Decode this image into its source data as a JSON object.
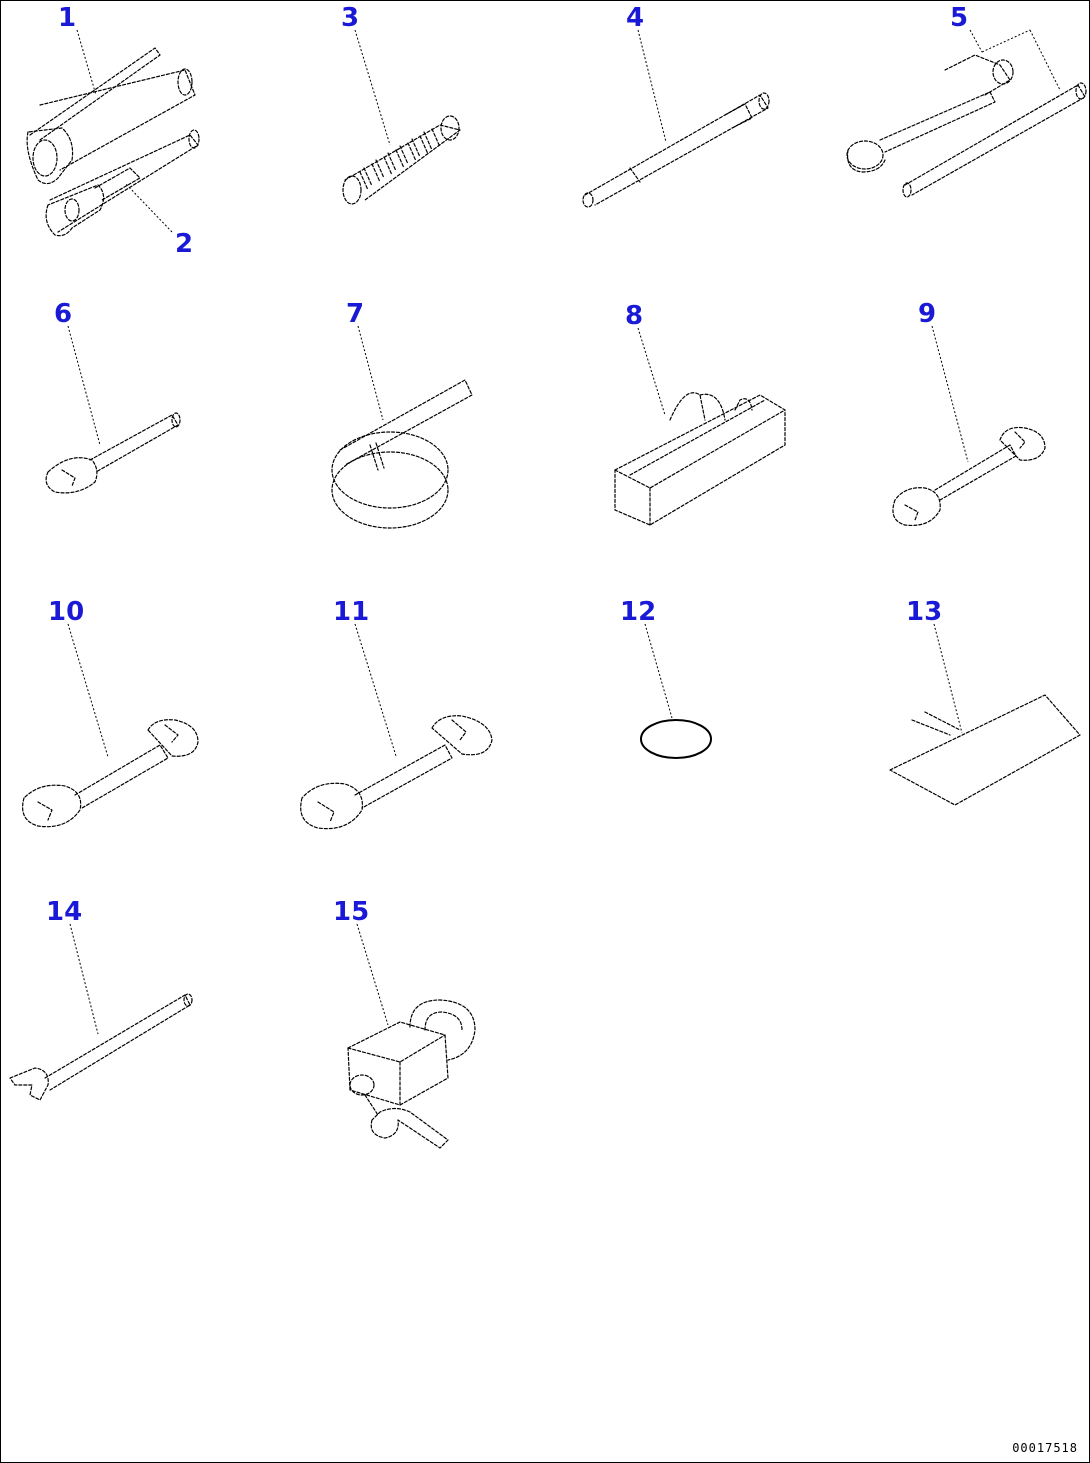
{
  "callouts": [
    {
      "id": "c1",
      "label": "1"
    },
    {
      "id": "c2",
      "label": "2"
    },
    {
      "id": "c3",
      "label": "3"
    },
    {
      "id": "c4",
      "label": "4"
    },
    {
      "id": "c5",
      "label": "5"
    },
    {
      "id": "c6",
      "label": "6"
    },
    {
      "id": "c7",
      "label": "7"
    },
    {
      "id": "c8",
      "label": "8"
    },
    {
      "id": "c9",
      "label": "9"
    },
    {
      "id": "c10",
      "label": "10"
    },
    {
      "id": "c11",
      "label": "11"
    },
    {
      "id": "c12",
      "label": "12"
    },
    {
      "id": "c13",
      "label": "13"
    },
    {
      "id": "c14",
      "label": "14"
    },
    {
      "id": "c15",
      "label": "15"
    }
  ],
  "drawing_number": "00017518",
  "colors": {
    "callout": "#1a1ad6",
    "line": "#000000",
    "background": "#ffffff"
  }
}
